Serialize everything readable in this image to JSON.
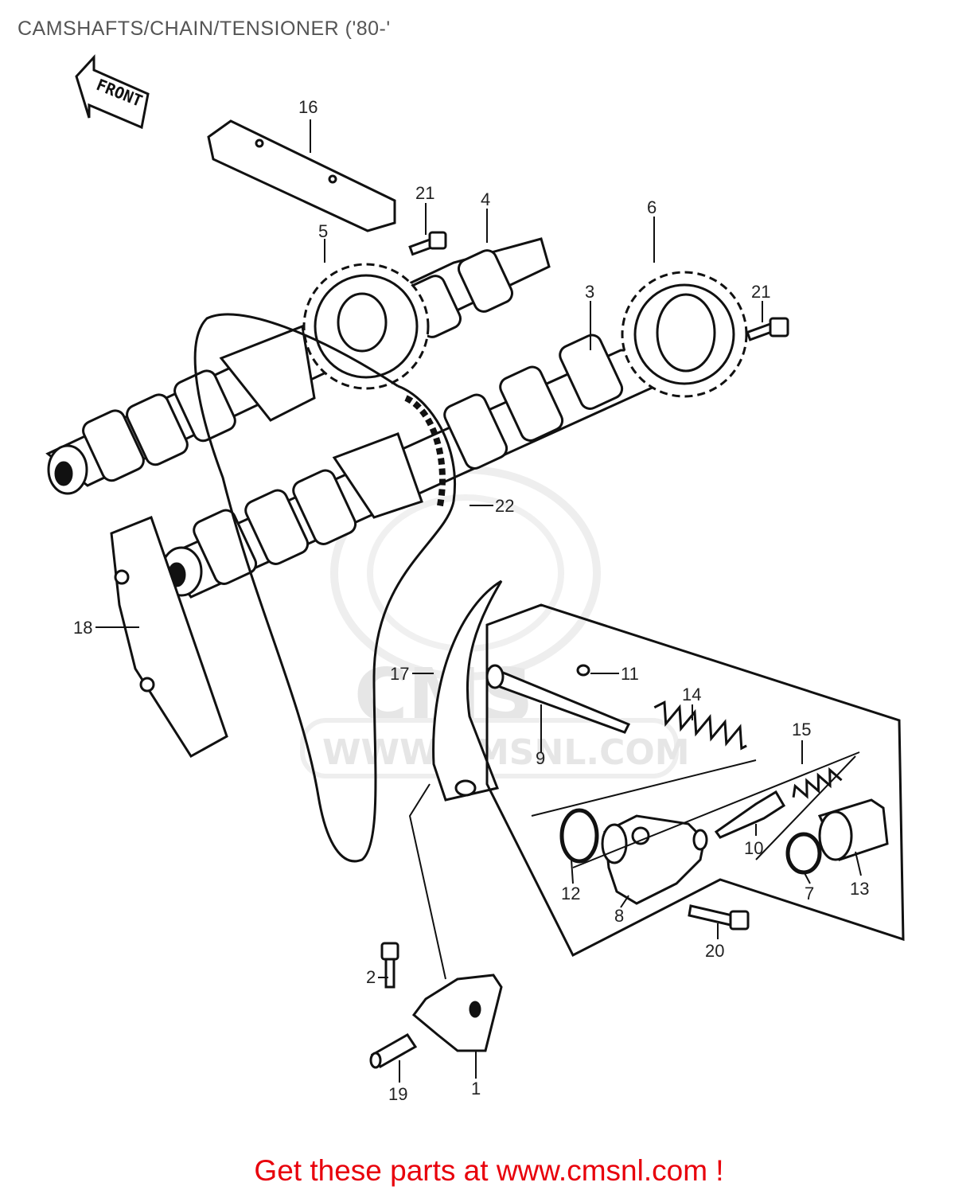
{
  "title": "CAMSHAFTS/CHAIN/TENSIONER ('80-'",
  "front_arrow_label": "FRONT",
  "watermark": {
    "text": "WWW.CMSNL.COM",
    "logo_text": "CMS"
  },
  "callouts": {
    "c1": "1",
    "c2": "2",
    "c3": "3",
    "c4": "4",
    "c5": "5",
    "c6": "6",
    "c7": "7",
    "c8": "8",
    "c9": "9",
    "c10": "10",
    "c11": "11",
    "c12": "12",
    "c13": "13",
    "c14": "14",
    "c15": "15",
    "c16": "16",
    "c17": "17",
    "c18": "18",
    "c19": "19",
    "c20": "20",
    "c21a": "21",
    "c21b": "21",
    "c22": "22"
  },
  "footer": {
    "prefix": "Get these parts at ",
    "link": "www.cmsnl.com",
    "suffix": " !"
  },
  "colors": {
    "footer": "#e8000b",
    "title": "#555555",
    "line": "#111111",
    "watermark": "#e6e6e6"
  }
}
